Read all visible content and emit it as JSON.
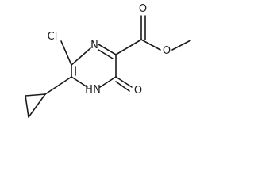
{
  "diagram": {
    "kind": "chemical-structure",
    "atom_labels": {
      "chlorine": "Cl",
      "nitrogen_ring_top": "N",
      "nitrogen_ring_bottom": "N",
      "hydrogen_on_nitrogen": "H",
      "oxygen_carbonyl_ester": "O",
      "oxygen_ester": "O",
      "oxygen_ring_carbonyl": "O"
    }
  }
}
